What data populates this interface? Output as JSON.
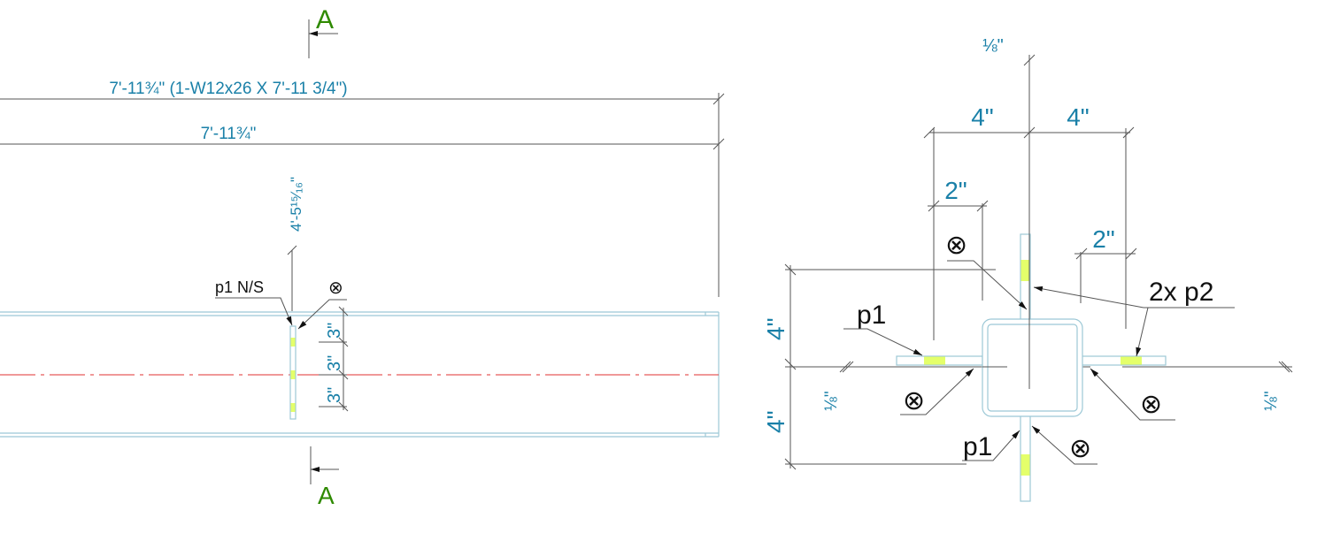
{
  "elevation_view": {
    "section_mark_top": "A",
    "section_mark_bottom": "A",
    "overall_length_label": "7'-11¾\" (1-W12x26 X 7'-11 3/4\")",
    "length_label": "7'-11¾\"",
    "plate_location_label": "4'-5¹⁵⁄₁₆\"",
    "plate_callout": "p1 N/S",
    "weld_symbol": "⊗",
    "spacing_labels": [
      "3\"",
      "3\"",
      "3\""
    ]
  },
  "section_view": {
    "top_gap_label": "⅛\"",
    "top_left_width": "4\"",
    "top_right_width": "4\"",
    "left_offset": "2\"",
    "right_offset": "2\"",
    "upper_height": "4\"",
    "lower_height": "4\"",
    "left_gap_label": "⅛\"",
    "right_gap_label": "⅛\"",
    "callout_2x_p2": "2x p2",
    "callout_p1_left": "p1",
    "callout_p1_bottom": "p1",
    "weld_symbol": "⊗"
  },
  "colors": {
    "dimension": "#1a80a8",
    "section": "#2f8a00",
    "centerline": "#e23030",
    "plate_highlight": "#e4ff6a"
  }
}
